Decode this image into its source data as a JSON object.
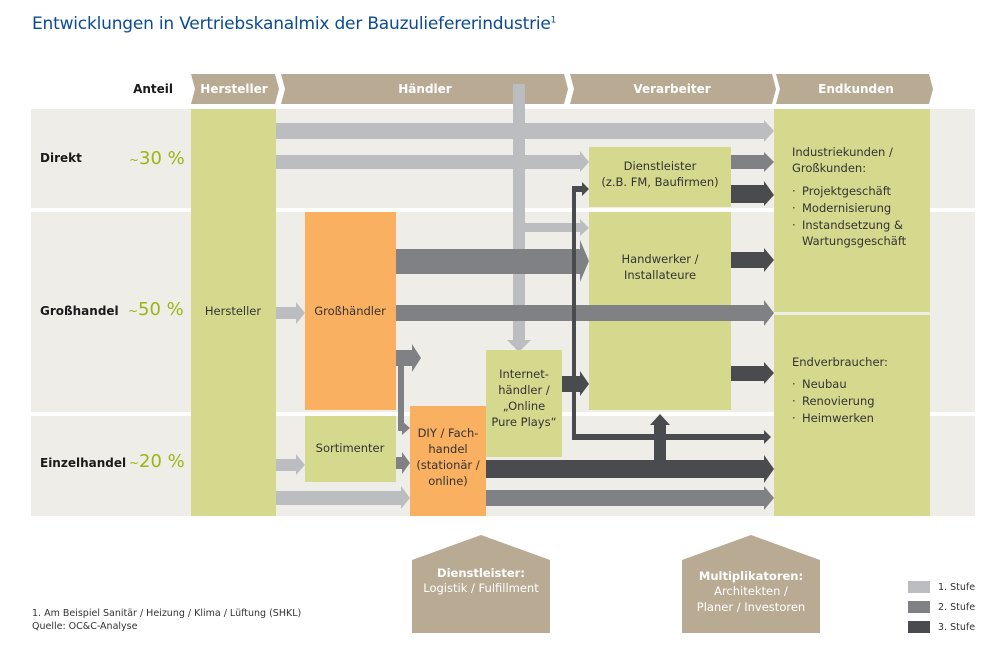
{
  "title": "Entwicklungen in Vertriebskanalmix der Bauzuliefererindustrie",
  "title_sup": "1",
  "header": {
    "share_label": "Anteil",
    "stages": [
      "Hersteller",
      "Händler",
      "Verarbeiter",
      "Endkunden"
    ]
  },
  "rows": [
    {
      "label": "Direkt",
      "tilde": "~",
      "share": "30 %"
    },
    {
      "label": "Großhandel",
      "tilde": "~",
      "share": "50 %"
    },
    {
      "label": "Einzelhandel",
      "tilde": "~",
      "share": "20 %"
    }
  ],
  "nodes": {
    "hersteller": "Hersteller",
    "grosshaendler": "Großhändler",
    "sortimenter": "Sortimenter",
    "diy": [
      "DIY / Fach-",
      "handel",
      "(stationär /",
      "online)"
    ],
    "internet": [
      "Internet-",
      "händler /",
      "„Online",
      "Pure Plays“"
    ],
    "dienstleister": [
      "Dienstleister",
      "(z.B. FM, Baufirmen)"
    ],
    "handwerker": [
      "Handwerker /",
      "Installateure"
    ],
    "industriekunden": {
      "heading": [
        "Industriekunden /",
        "Großkunden:"
      ],
      "bullets": [
        "Projektgeschäft",
        "Modernisierung",
        "Instandsetzung &",
        "Wartungsgeschäft"
      ]
    },
    "endverbraucher": {
      "heading": "Endverbraucher:",
      "bullets": [
        "Neubau",
        "Renovierung",
        "Heimwerken"
      ]
    }
  },
  "houses": [
    {
      "title": "Dienstleister:",
      "lines": [
        "Logistik / Fulfillment"
      ]
    },
    {
      "title": "Multiplikatoren:",
      "lines": [
        "Architekten /",
        "Planer / Investoren"
      ]
    }
  ],
  "legend": [
    {
      "label": "1. Stufe",
      "color": "#bcbdc1"
    },
    {
      "label": "2. Stufe",
      "color": "#808185"
    },
    {
      "label": "3. Stufe",
      "color": "#4a4b4e"
    }
  ],
  "footnotes": [
    "1. Am Beispiel Sanitär / Heizung / Klima / Lüftung (SHKL)",
    "Quelle: OC&C-Analyse"
  ],
  "colors": {
    "title": "#0a4a96",
    "header": "#b8aa93",
    "row_bg": "#efede7",
    "green_box": "#d5d98e",
    "orange_box": "#f9b060",
    "share": "#9bb516",
    "stage1": "#bcbdc1",
    "stage2": "#808185",
    "stage3": "#4a4b4e"
  }
}
